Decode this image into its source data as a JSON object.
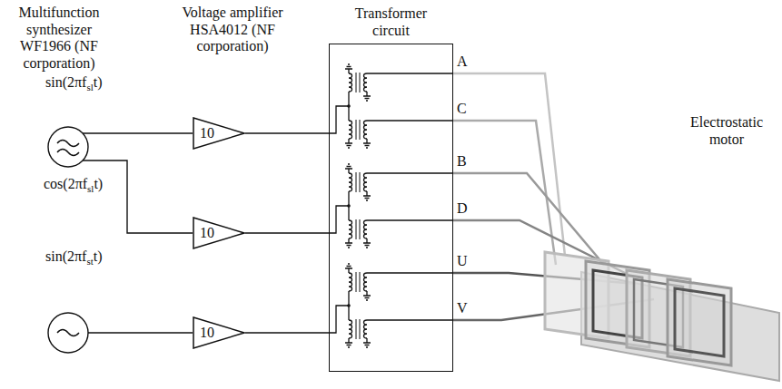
{
  "diagram": {
    "nodes": [
      {
        "text": [
          "10"
        ]
      },
      {
        "text": [
          "10"
        ]
      },
      {
        "text": [
          "10"
        ]
      },
      {
        "text": [
          "Transformer circuit"
        ]
      }
    ],
    "edges": [
      {
        "from": 0,
        "to": 3,
        "arrow": "none"
      },
      {
        "from": 1,
        "to": 3,
        "arrow": "none"
      },
      {
        "from": 2,
        "to": 3,
        "arrow": "none"
      }
    ],
    "labels": [
      "Multifunction synthesizer WF1966 (NF corporation)",
      "Voltage amplifier HSA4012 (NF corporation)",
      "sin(2πfslt)",
      "cos(2πfslt)",
      "A",
      "C",
      "B",
      "D",
      "U",
      "V",
      "sin(2πfstt)",
      "Electrostatic motor"
    ]
  }
}
